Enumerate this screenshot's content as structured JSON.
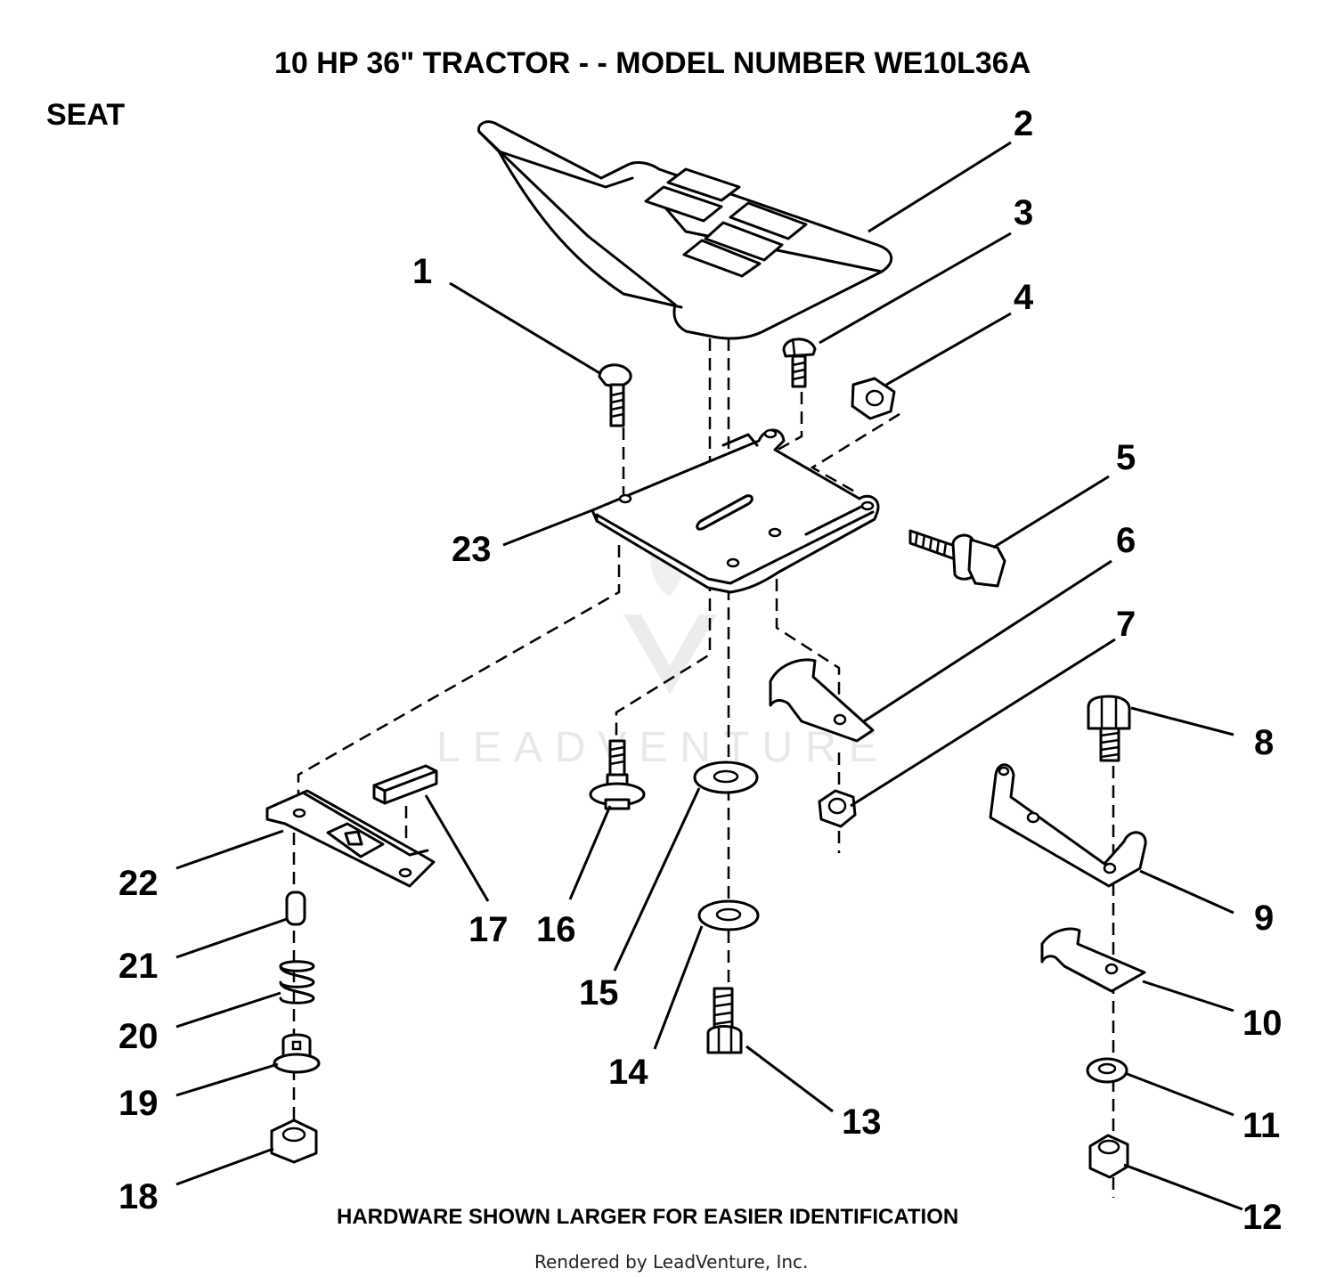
{
  "title": "10 HP 36\" TRACTOR - - MODEL NUMBER WE10L36A",
  "section": "SEAT",
  "note": "HARDWARE SHOWN LARGER FOR EASIER IDENTIFICATION",
  "credit": "Rendered by LeadVenture, Inc.",
  "watermark": "LEADVENTURE",
  "callouts": [
    "1",
    "2",
    "3",
    "4",
    "5",
    "6",
    "7",
    "8",
    "9",
    "10",
    "11",
    "12",
    "13",
    "14",
    "15",
    "16",
    "17",
    "18",
    "19",
    "20",
    "21",
    "22",
    "23"
  ]
}
